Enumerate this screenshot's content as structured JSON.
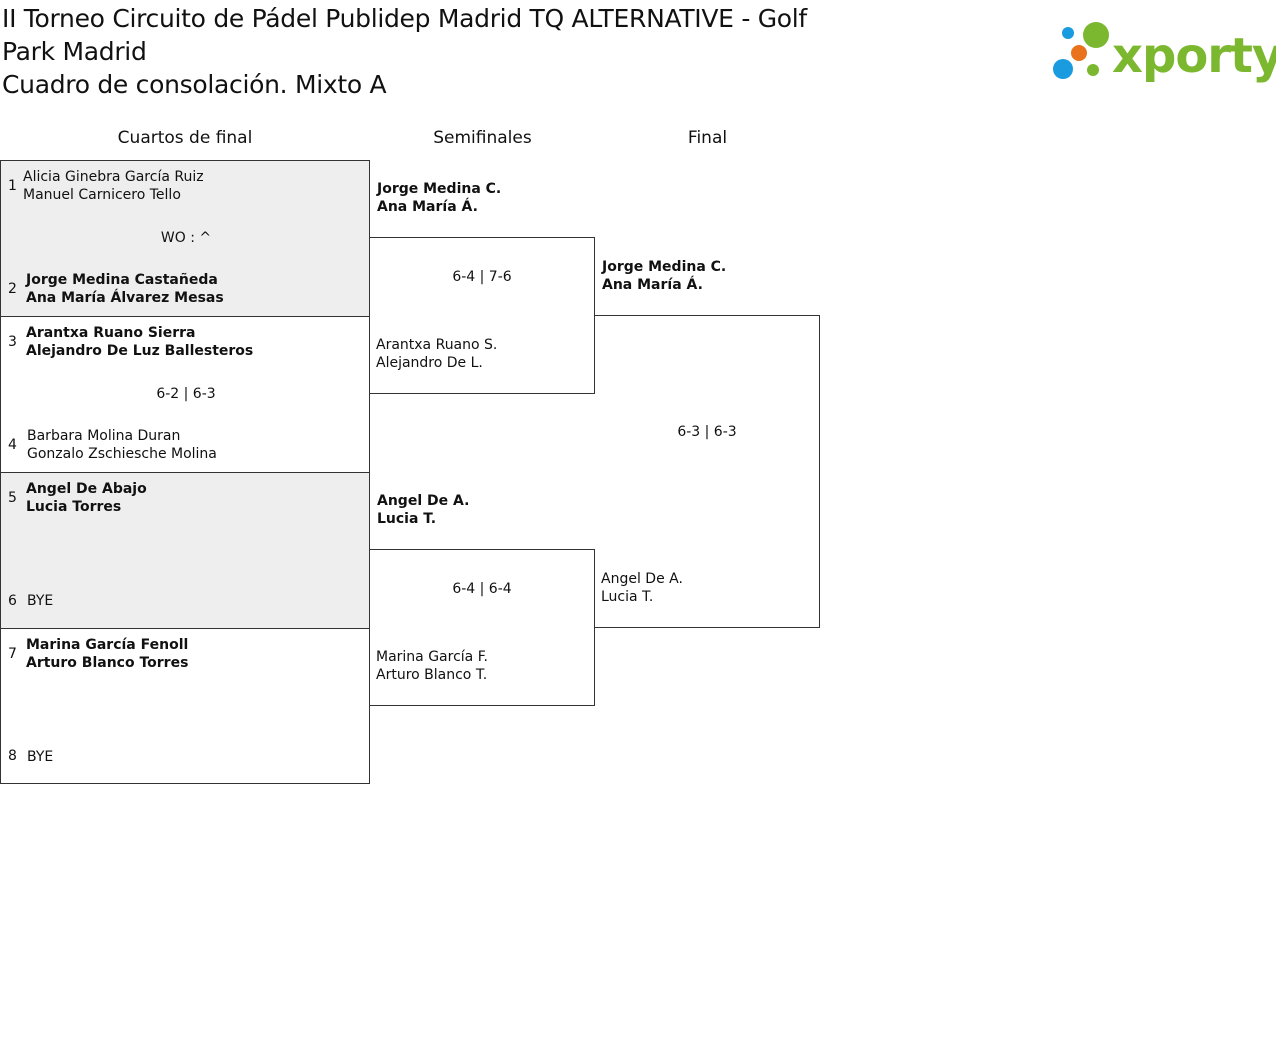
{
  "header": {
    "title_line1": "II Torneo Circuito de Pádel Publidep Madrid TQ ALTERNATIVE - Golf",
    "title_line2": "Park Madrid",
    "title_line3": "Cuadro de consolación. Mixto A"
  },
  "logo": {
    "text": "xporty",
    "colors": {
      "green": "#7cb82f",
      "orange": "#e8731c",
      "blue": "#1a9be0"
    }
  },
  "rounds": {
    "qf": "Cuartos de final",
    "sf": "Semifinales",
    "final": "Final"
  },
  "qf": [
    {
      "top": {
        "seed": "1",
        "p1": "Alicia Ginebra García Ruiz",
        "p2": "Manuel Carnicero Tello"
      },
      "bottom": {
        "seed": "2",
        "p1": "Jorge Medina Castañeda",
        "p2": "Ana María Álvarez Mesas"
      },
      "score": "WO : ^"
    },
    {
      "top": {
        "seed": "3",
        "p1": "Arantxa Ruano Sierra",
        "p2": "Alejandro De Luz Ballesteros"
      },
      "bottom": {
        "seed": "4",
        "p1": "Barbara Molina Duran",
        "p2": "Gonzalo Zschiesche Molina"
      },
      "score": "6-2 | 6-3"
    },
    {
      "top": {
        "seed": "5",
        "p1": "Angel De Abajo",
        "p2": "Lucia Torres"
      },
      "bottom": {
        "seed": "6",
        "p1": "BYE",
        "p2": ""
      },
      "score": ""
    },
    {
      "top": {
        "seed": "7",
        "p1": "Marina García Fenoll",
        "p2": "Arturo Blanco Torres"
      },
      "bottom": {
        "seed": "8",
        "p1": "BYE",
        "p2": ""
      },
      "score": ""
    }
  ],
  "sf": [
    {
      "top": {
        "p1": "Jorge Medina C.",
        "p2": "Ana María Á."
      },
      "bottom": {
        "p1": "Arantxa Ruano S.",
        "p2": "Alejandro De L."
      },
      "score": "6-4 | 7-6"
    },
    {
      "top": {
        "p1": "Angel De A.",
        "p2": "Lucia T."
      },
      "bottom": {
        "p1": "Marina García F.",
        "p2": "Arturo Blanco T."
      },
      "score": "6-4 | 6-4"
    }
  ],
  "final": {
    "top": {
      "p1": "Jorge Medina C.",
      "p2": "Ana María Á."
    },
    "bottom": {
      "p1": "Angel De A.",
      "p2": "Lucia T."
    },
    "score": "6-3 | 6-3"
  }
}
